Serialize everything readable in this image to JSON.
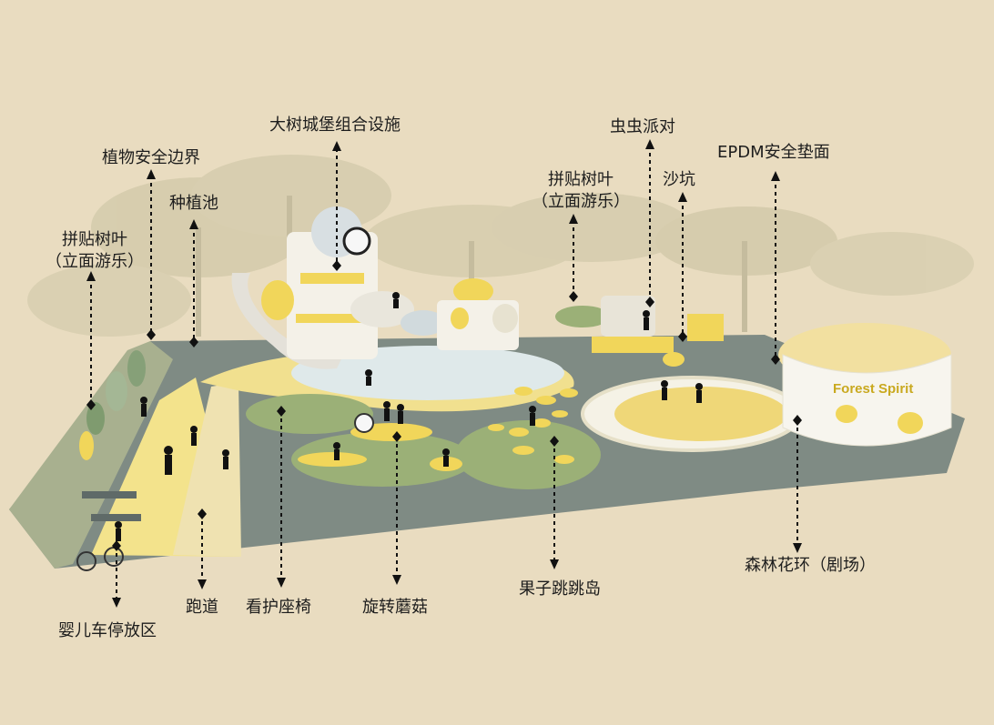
{
  "diagram": {
    "labels": {
      "big_tree_castle": "大树城堡组合设施",
      "plant_boundary": "植物安全边界",
      "planting_pool": "种植池",
      "leaf_collage_left_1": "拼贴树叶",
      "leaf_collage_left_2": "（立面游乐）",
      "leaf_collage_center_1": "拼贴树叶",
      "leaf_collage_center_2": "（立面游乐）",
      "bug_party": "虫虫派对",
      "sandpit": "沙坑",
      "epdm_mat": "EPDM安全垫面",
      "forest_ring_theater": "森林花环（剧场）",
      "fruit_jump_island": "果子跳跳岛",
      "spinning_mushroom": "旋转蘑菇",
      "care_seat": "看护座椅",
      "runway": "跑道",
      "stroller_parking": "婴儿车停放区"
    },
    "sign_text": "Forest Spirit",
    "colors": {
      "background": "#e9dcc0",
      "ground": "#7f8b84",
      "grass": "#9bb077",
      "yellow": "#f1d65a",
      "white": "#f7f5ee",
      "leader": "#111111"
    }
  }
}
